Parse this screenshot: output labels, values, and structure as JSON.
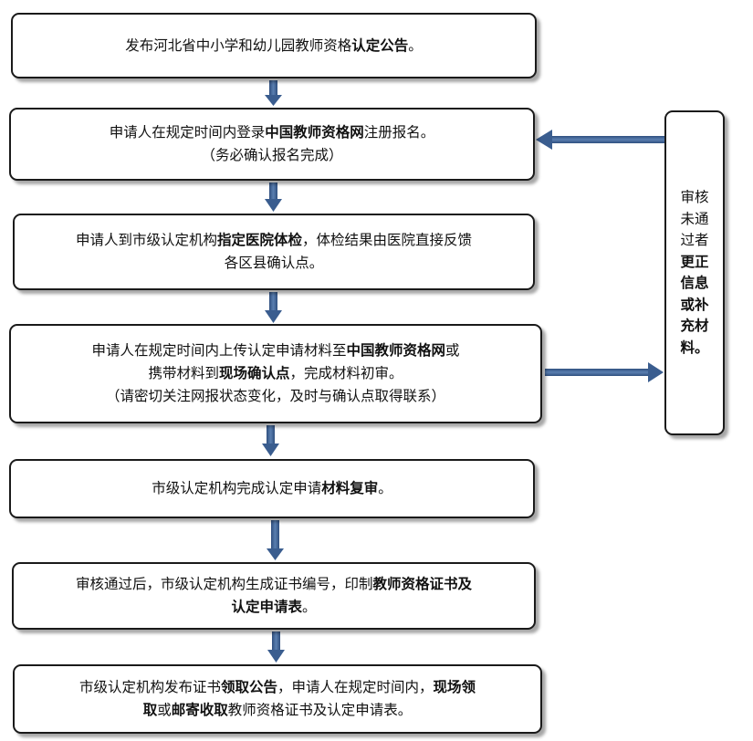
{
  "steps": [
    {
      "lines": [
        [
          {
            "t": "发布河北省中小学和幼儿园教师资格"
          },
          {
            "t": "认定公告",
            "b": true
          },
          {
            "t": "。"
          }
        ]
      ]
    },
    {
      "lines": [
        [
          {
            "t": "申请人在规定时间内登录"
          },
          {
            "t": "中国教师资格网",
            "b": true
          },
          {
            "t": "注册报名。"
          }
        ],
        [
          {
            "t": "（务必确认报名完成）"
          }
        ]
      ]
    },
    {
      "lines": [
        [
          {
            "t": "申请人到市级认定机构"
          },
          {
            "t": "指定医院体检",
            "b": true
          },
          {
            "t": "，体检结果由医院直接反馈"
          }
        ],
        [
          {
            "t": "各区县确认点。"
          }
        ]
      ]
    },
    {
      "lines": [
        [
          {
            "t": "申请人在规定时间内上传认定申请材料至"
          },
          {
            "t": "中国教师资格网",
            "b": true
          },
          {
            "t": "或"
          }
        ],
        [
          {
            "t": "携带材料到"
          },
          {
            "t": "现场确认点",
            "b": true
          },
          {
            "t": "，完成材料初审。"
          }
        ],
        [
          {
            "t": "（请密切关注网报状态变化，及时与确认点取得联系）"
          }
        ]
      ]
    },
    {
      "lines": [
        [
          {
            "t": "市级认定机构完成认定申请"
          },
          {
            "t": "材料复审",
            "b": true
          },
          {
            "t": "。"
          }
        ]
      ]
    },
    {
      "lines": [
        [
          {
            "t": "审核通过后，市级认定机构生成证书编号，印制"
          },
          {
            "t": "教师资格证书及",
            "b": true
          }
        ],
        [
          {
            "t": "认定申请表",
            "b": true
          },
          {
            "t": "。"
          }
        ]
      ]
    },
    {
      "lines": [
        [
          {
            "t": "市级认定机构发布证书"
          },
          {
            "t": "领取公告",
            "b": true
          },
          {
            "t": "，申请人在规定时间内，"
          },
          {
            "t": "现场领",
            "b": true
          }
        ],
        [
          {
            "t": "取",
            "b": true
          },
          {
            "t": "或"
          },
          {
            "t": "邮寄收取",
            "b": true
          },
          {
            "t": "教师资格证书及认定申请表。"
          }
        ]
      ]
    }
  ],
  "side": {
    "lines": [
      {
        "t": "审核"
      },
      {
        "t": "未通"
      },
      {
        "t": "过者"
      },
      {
        "t": "更正",
        "b": true
      },
      {
        "t": "信息",
        "b": true
      },
      {
        "t": "或补",
        "b": true
      },
      {
        "t": "充材",
        "b": true
      },
      {
        "t": "料。",
        "b": true
      }
    ]
  },
  "colors": {
    "arrow": "#3a5d8f",
    "border": "#1a1a1a"
  }
}
